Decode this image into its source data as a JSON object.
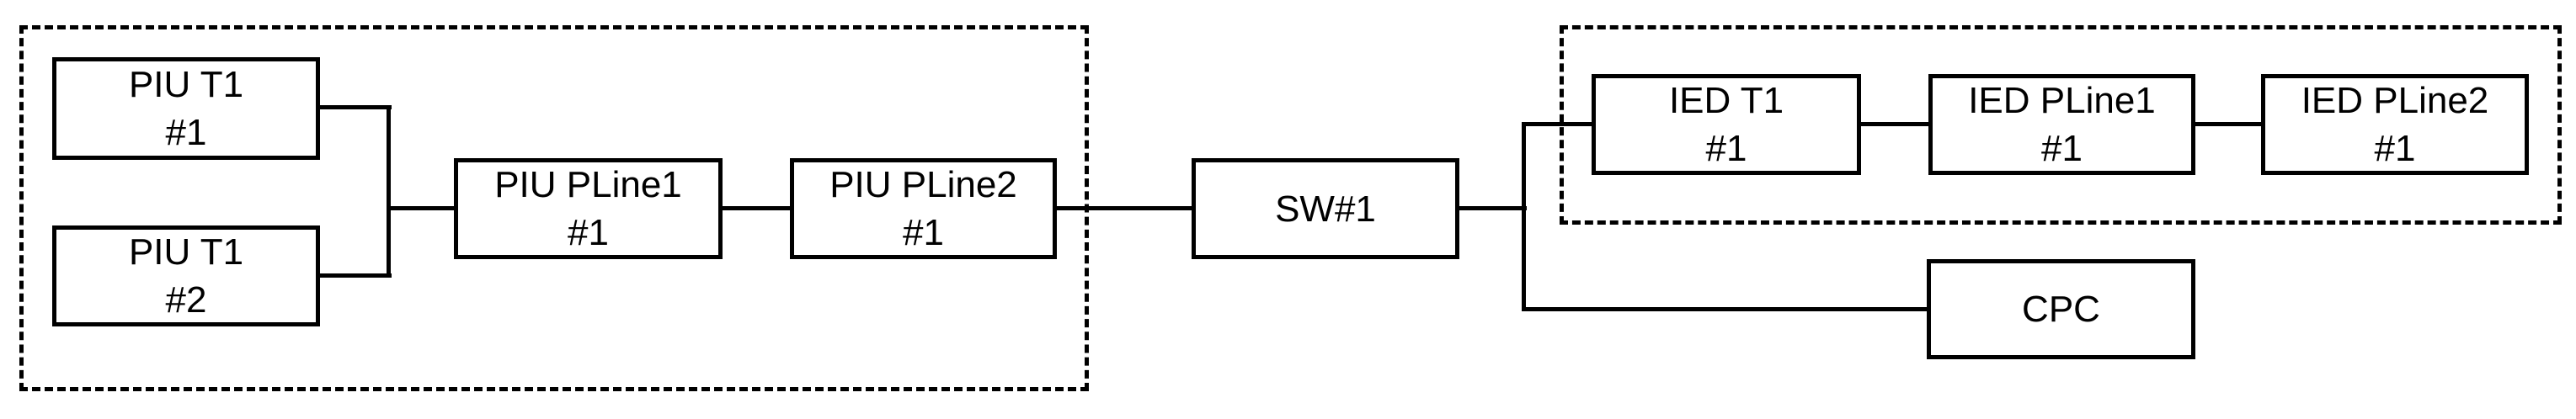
{
  "nodes": {
    "piu_t1_1": {
      "line1": "PIU T1",
      "line2": "#1"
    },
    "piu_t1_2": {
      "line1": "PIU T1",
      "line2": "#2"
    },
    "piu_pline1": {
      "line1": "PIU PLine1",
      "line2": "#1"
    },
    "piu_pline2": {
      "line1": "PIU PLine2",
      "line2": "#1"
    },
    "sw1": {
      "label": "SW#1"
    },
    "ied_t1": {
      "line1": "IED T1",
      "line2": "#1"
    },
    "ied_pline1": {
      "line1": "IED PLine1",
      "line2": "#1"
    },
    "ied_pline2": {
      "line1": "IED PLine2",
      "line2": "#1"
    },
    "cpc": {
      "label": "CPC"
    }
  },
  "colors": {
    "stroke": "#000000",
    "background": "#ffffff"
  }
}
